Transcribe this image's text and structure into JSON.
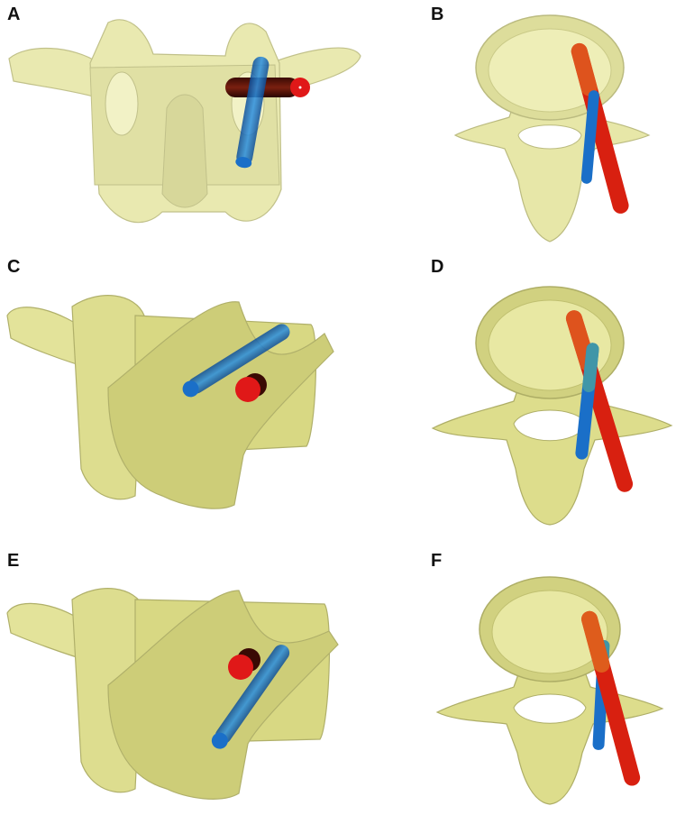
{
  "figure": {
    "panels": [
      {
        "id": "A",
        "label": "A",
        "view": "posterior-vertebra"
      },
      {
        "id": "B",
        "label": "B",
        "view": "axial-vertebra"
      },
      {
        "id": "C",
        "label": "C",
        "view": "oblique-vertebra"
      },
      {
        "id": "D",
        "label": "D",
        "view": "axial-vertebra"
      },
      {
        "id": "E",
        "label": "E",
        "view": "oblique-vertebra"
      },
      {
        "id": "F",
        "label": "F",
        "view": "axial-vertebra"
      }
    ],
    "colors": {
      "bone_fill": "#d8d870",
      "bone_dark": "#a8a83a",
      "bone_edge": "#8f8f2c",
      "red_screw": "#e01818",
      "blue_screw": "#1a6fc8",
      "background": "#ffffff"
    }
  }
}
